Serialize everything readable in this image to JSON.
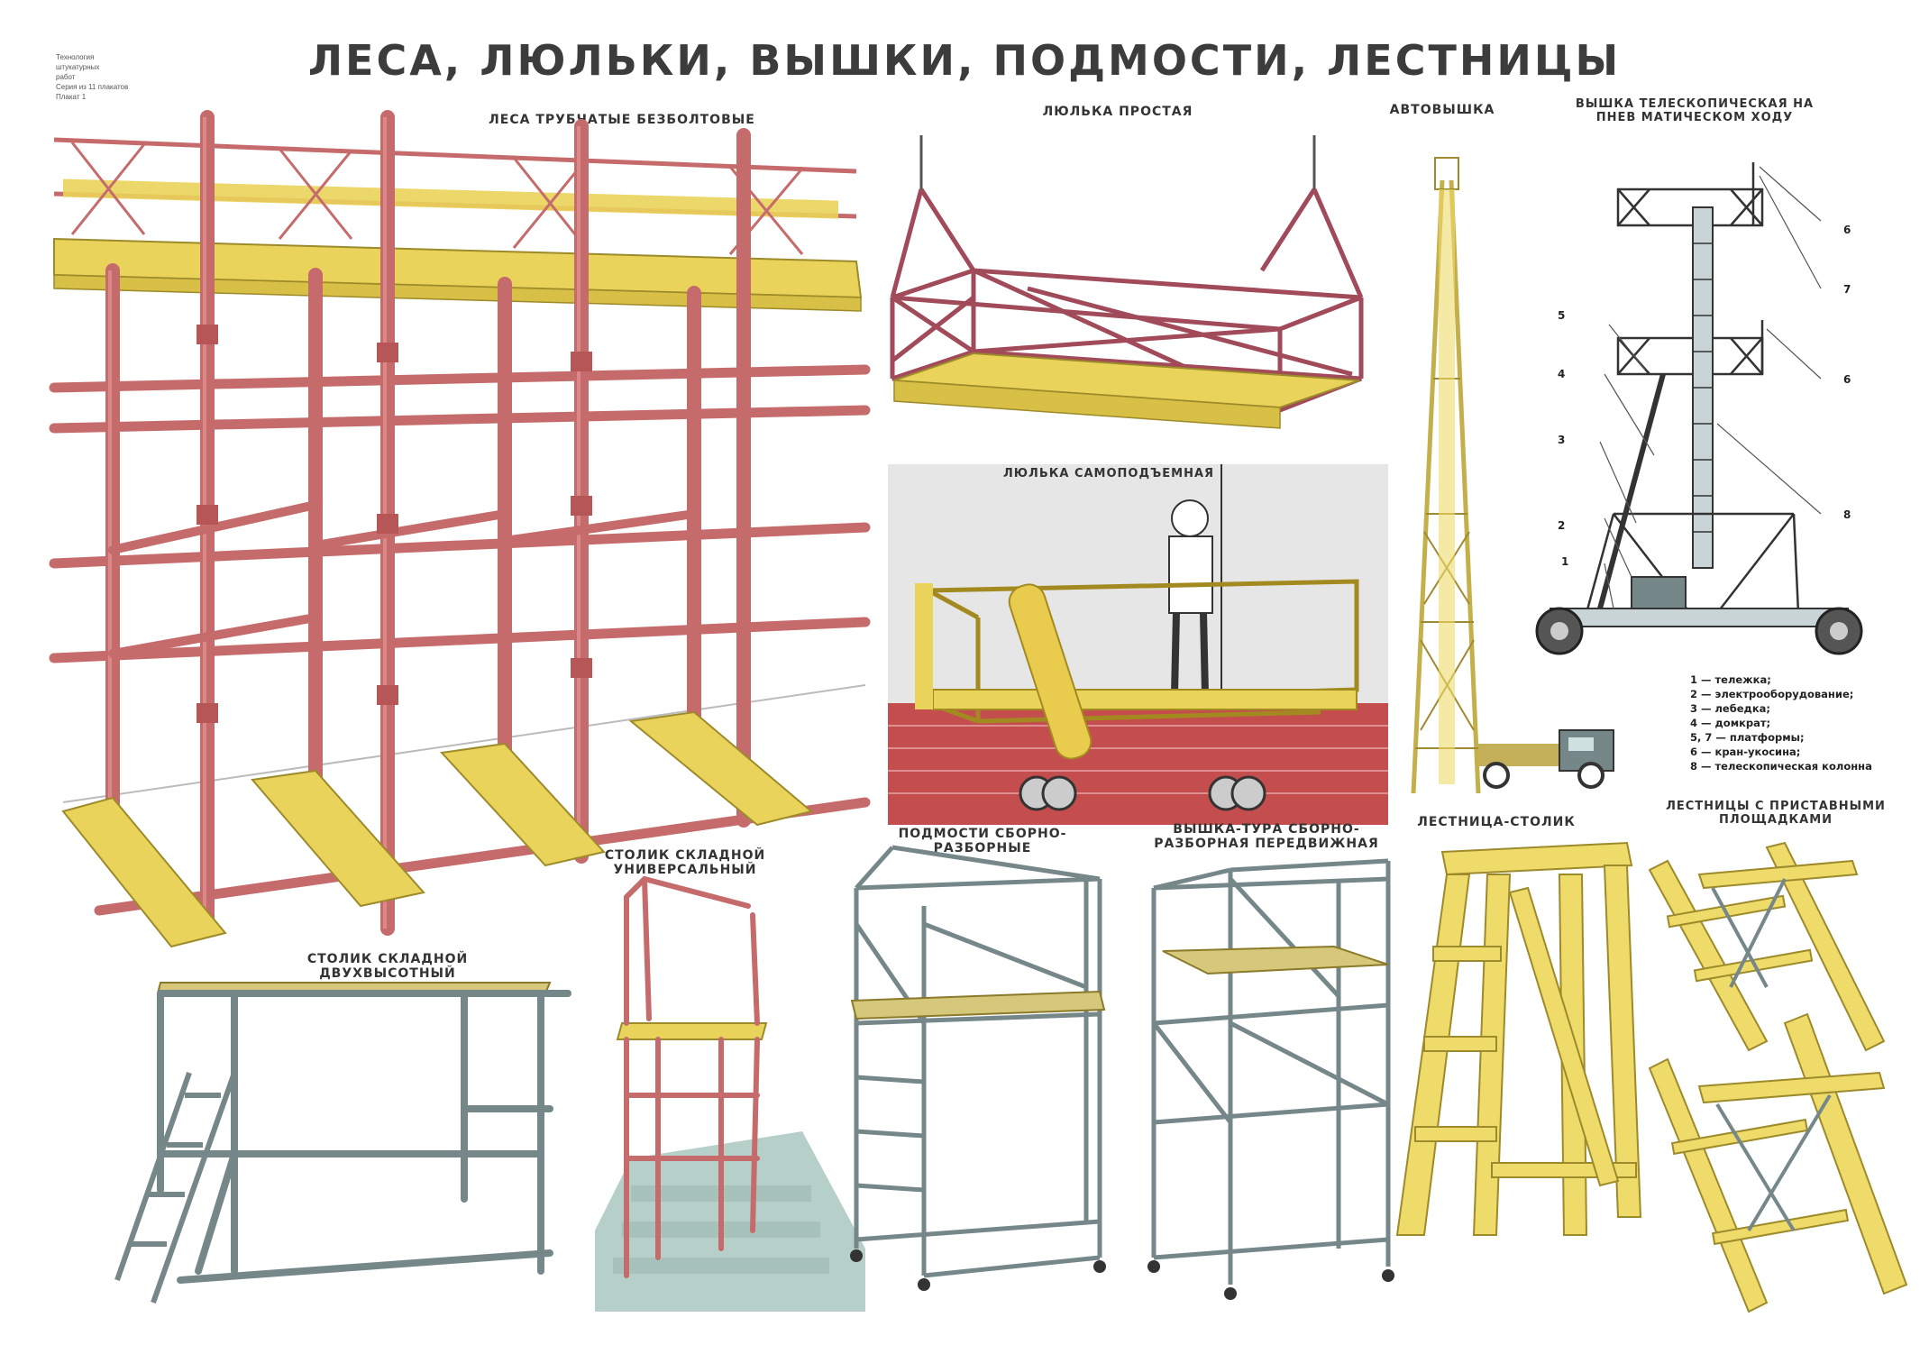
{
  "title": "ЛЕСА,  ЛЮЛЬКИ, ВЫШКИ,  ПОДМОСТИ,  ЛЕСТНИЦЫ",
  "corner_note": [
    "Технология",
    "штукатурных",
    "работ",
    "Серия из 11 плакатов",
    "Плакат 1"
  ],
  "captions": {
    "scaffold": "ЛЕСА ТРУБЧАТЫЕ БЕЗБОЛТОВЫЕ",
    "simple_cradle": "ЛЮЛЬКА ПРОСТАЯ",
    "truck_tower": "АВТОВЫШКА",
    "telescopic_tower": "ВЫШКА ТЕЛЕСКОПИЧЕСКАЯ НА ПНЕВ МАТИЧЕСКОМ ХОДУ",
    "self_lift_cradle": "ЛЮЛЬКА САМОПОДЪЕМНАЯ",
    "folding_universal": "СТОЛИК СКЛАДНОЙ УНИВЕРСАЛЬНЫЙ",
    "folding_two_height": "СТОЛИК СКЛАДНОЙ ДВУХВЫСОТНЫЙ",
    "podmosti": "ПОДМОСТИ СБОРНО-РАЗБОРНЫЕ",
    "tura": "ВЫШКА-ТУРА СБОРНО-РАЗБОРНАЯ ПЕРЕДВИЖНАЯ",
    "ladder_table": "ЛЕСТНИЦА-СТОЛИК",
    "ladders_platform": "ЛЕСТНИЦЫ С ПРИСТАВНЫМИ ПЛОЩАДКАМИ"
  },
  "legend": [
    "1 — тележка;",
    "2 — электрооборудование;",
    "3 — лебедка;",
    "4 — домкрат;",
    "5, 7 — платформы;",
    "6 — кран-укосина;",
    "8 — телескопическая колонна"
  ],
  "callouts": [
    "1",
    "2",
    "3",
    "4",
    "5",
    "6",
    "6",
    "7",
    "8"
  ],
  "colors": {
    "pipe_red": "#c56b6b",
    "deck_yellow": "#ead35a",
    "steel_grey": "#76878a",
    "wood_yellow": "#eedb6a",
    "brick": "#c44d4d"
  }
}
